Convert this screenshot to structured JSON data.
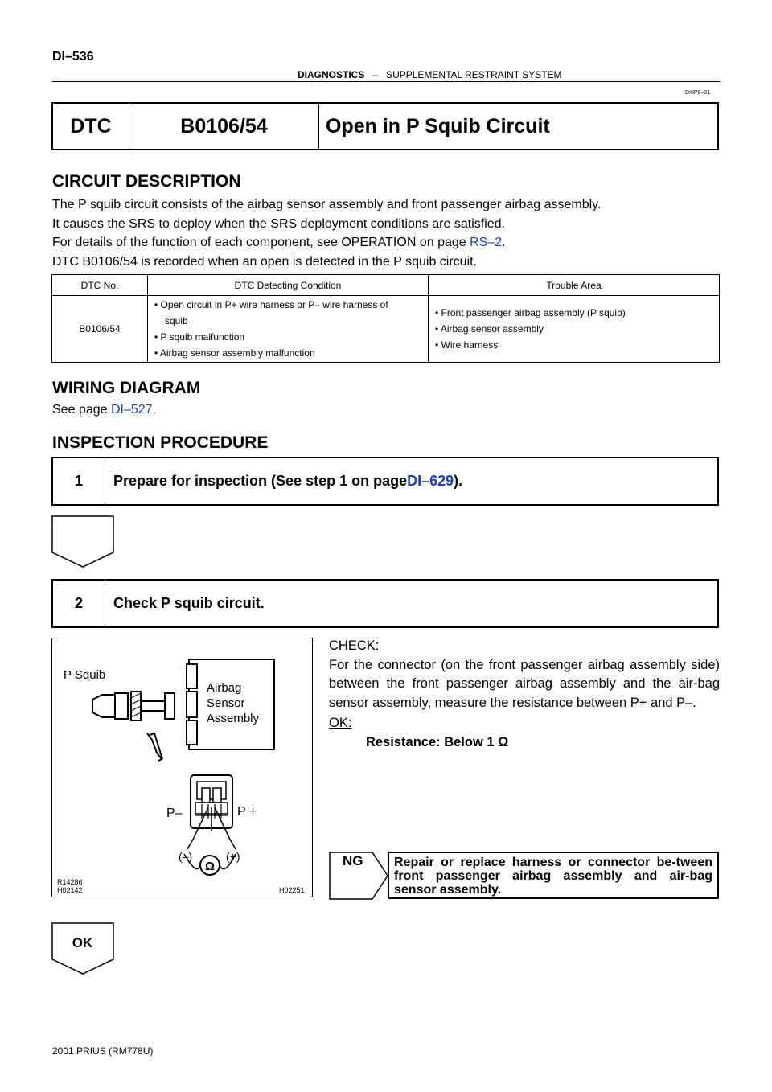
{
  "header": {
    "page_number": "DI–536",
    "section_bold": "DIAGNOSTICS",
    "section_sep": "–",
    "section_rest": "SUPPLEMENTAL RESTRAINT SYSTEM",
    "doc_id": "DI6P8–01"
  },
  "dtc": {
    "label": "DTC",
    "code": "B0106/54",
    "title": "Open in P Squib Circuit"
  },
  "circuit_description": {
    "heading": "CIRCUIT DESCRIPTION",
    "line1": "The P squib circuit consists of the airbag sensor assembly and front passenger airbag assembly.",
    "line2": "It causes the SRS to deploy when the SRS deployment conditions are satisfied.",
    "line3_prefix": "For details of the function of each component, see OPERATION on page ",
    "line3_link": "RS–2",
    "line3_suffix": ".",
    "line4": "DTC B0106/54 is recorded when an open is detected in the P squib circuit."
  },
  "dtc_table": {
    "headers": [
      "DTC No.",
      "DTC Detecting Condition",
      "Trouble Area"
    ],
    "code": "B0106/54",
    "conditions": [
      "• Open circuit in P+ wire harness or P– wire harness of",
      "squib",
      "• P squib malfunction",
      "• Airbag sensor assembly malfunction"
    ],
    "areas": [
      "• Front passenger airbag assembly (P squib)",
      "• Airbag sensor assembly",
      "• Wire harness"
    ]
  },
  "wiring": {
    "heading": "WIRING DIAGRAM",
    "text_prefix": "See page ",
    "link": "DI–527",
    "text_suffix": "."
  },
  "inspection": {
    "heading": "INSPECTION PROCEDURE",
    "step1": {
      "number": "1",
      "title_prefix": "Prepare for inspection (See step 1 on page ",
      "title_link": "DI–629",
      "title_suffix": ")."
    },
    "step2": {
      "number": "2",
      "title": "Check P squib circuit."
    },
    "check_label": "CHECK:",
    "check_text": "For the connector (on the front passenger airbag assembly side) between the front passenger airbag assembly and the air-bag sensor assembly, measure the resistance between P+ and P–.",
    "ok_label": "OK:",
    "ok_spec": "Resistance:  Below 1 Ω",
    "ng_label": "NG",
    "ng_action": "Repair or replace harness or connector be-tween front passenger airbag assembly and air-bag sensor assembly.",
    "ok_arrow_label": "OK"
  },
  "illustration": {
    "p_squib": "P Squib",
    "airbag_line1": "Airbag",
    "airbag_line2": "Sensor",
    "airbag_line3": "Assembly",
    "p_minus": "P–",
    "p_plus": "P +",
    "minus_term": "(–)",
    "plus_term": "(+)",
    "ohm": "Ω",
    "code1": "R14286",
    "code2": "H02142",
    "code3": "H02251"
  },
  "footer": {
    "text": "2001 PRIUS   (RM778U)"
  }
}
